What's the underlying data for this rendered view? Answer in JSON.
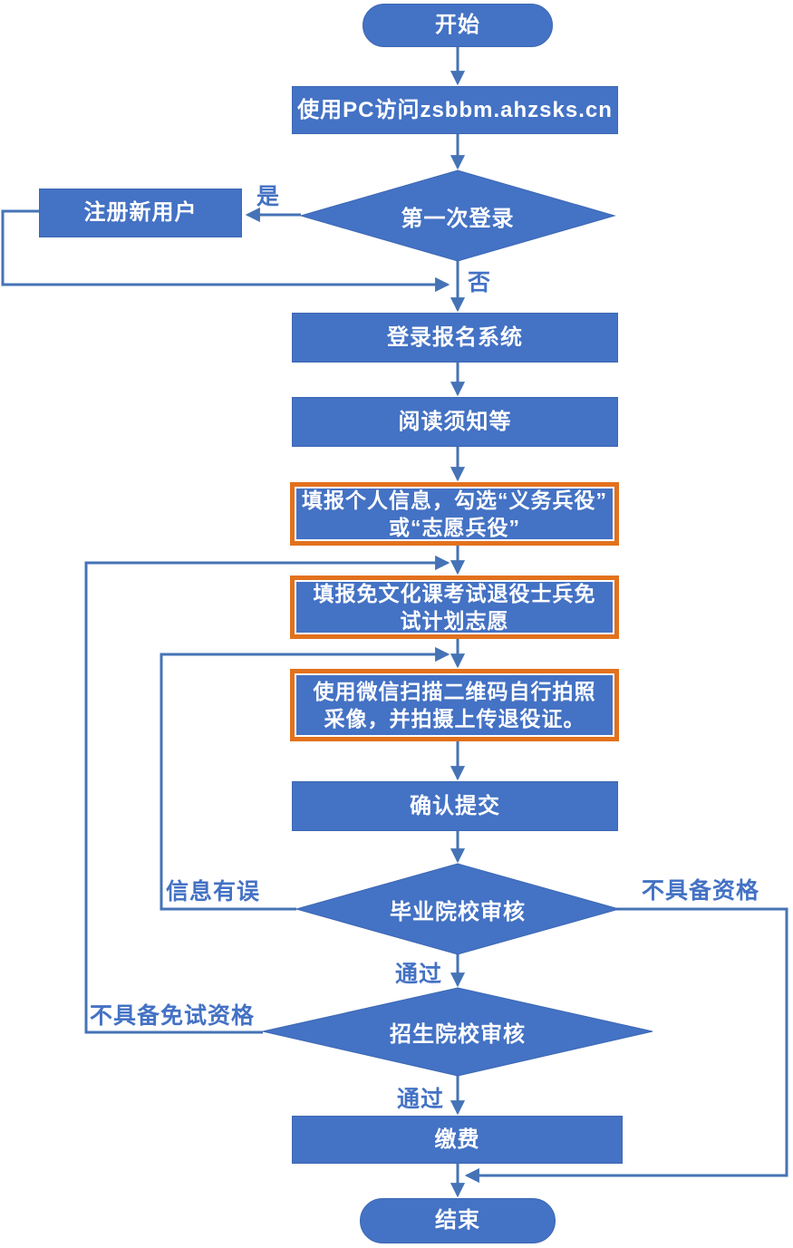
{
  "flowchart": {
    "nodes": {
      "start": "开始",
      "visit_site": "使用PC访问zsbbm.ahzsks.cn",
      "first_login": "第一次登录",
      "register": "注册新用户",
      "login_system": "登录报名系统",
      "read_notice": "阅读须知等",
      "fill_personal_info": "填报个人信息，勾选“义务兵役”\n或“志愿兵役”",
      "fill_exempt_plan": "填报免文化课考试退役士兵免\n试计划志愿",
      "wechat_capture": "使用微信扫描二维码自行拍照\n采像，并拍摄上传退役证。",
      "confirm_submit": "确认提交",
      "graduation_school_review": "毕业院校审核",
      "admission_school_review": "招生院校审核",
      "pay_fee": "缴费",
      "end": "结束"
    },
    "edges": {
      "yes": "是",
      "no": "否",
      "pass_1": "通过",
      "pass_2": "通过",
      "info_error": "信息有误",
      "not_qualified": "不具备资格",
      "no_exempt_qualification": "不具备免试资格"
    },
    "colors": {
      "node_fill": "#4472C4",
      "node_text": "#FFFFFF",
      "connector": "#4573B6",
      "highlight_border": "#E2711D",
      "edge_label_text": "#4472C4",
      "background": "#FFFFFF"
    }
  }
}
